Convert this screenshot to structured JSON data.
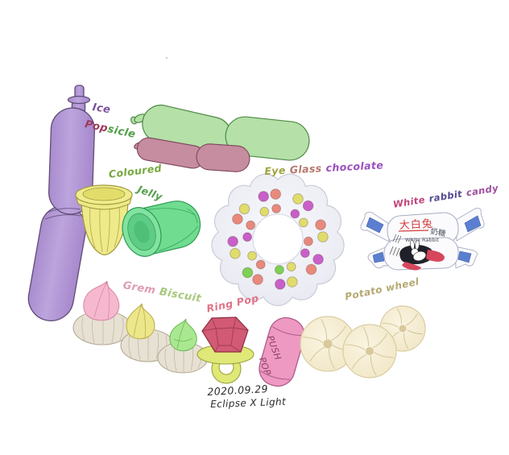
{
  "artwork": {
    "type": "hand-drawn candy and snacks illustration",
    "background": "#ffffff"
  },
  "labels": {
    "ice": {
      "text": "Ice",
      "color": "#7d4f9e"
    },
    "pop": {
      "text": "Pop",
      "color": "#9e3a5e"
    },
    "sicle": {
      "text": "sicle",
      "color": "#4f9e46"
    },
    "coloured": {
      "text": "Coloured",
      "color": "#76a83e"
    },
    "jelly": {
      "text": "Jelly",
      "color": "#55a04c"
    },
    "eye": {
      "text": "Eye",
      "color": "#9ea33f"
    },
    "glass": {
      "text": "Glass",
      "color": "#b4766d"
    },
    "chocolate": {
      "text": "chocolate",
      "color": "#9b4fc0"
    },
    "white": {
      "text": "White",
      "color": "#c2447c"
    },
    "rabbit": {
      "text": "rabbit",
      "color": "#52498e"
    },
    "candy": {
      "text": "candy",
      "color": "#a04ea0"
    },
    "grem": {
      "text": "Grem",
      "color": "#e09cb4"
    },
    "biscuit": {
      "text": "Biscuit",
      "color": "#a8c87d"
    },
    "ring_pop": {
      "text": "Ring Pop",
      "color": "#e07388"
    },
    "potato_wheel": {
      "text": "Potato wheel",
      "color": "#b5a871"
    },
    "push": {
      "text": "PUSH",
      "color": "#8a4060"
    },
    "pop_word": {
      "text": "POP",
      "color": "#8a4060"
    },
    "wrapper_brand_cn": {
      "text": "大白兔",
      "color": "#d13b3b"
    },
    "wrapper_sub_cn": {
      "text": "奶糖",
      "color": "#4a4f5c"
    },
    "wrapper_brand_en": {
      "text": "White Rabbit",
      "color": "#4a4f5c"
    },
    "date": {
      "text": "2020.09.29",
      "color": "#2b2b2b"
    },
    "artist": {
      "text": "Eclipse X Light",
      "color": "#2b2b2b"
    }
  },
  "items": [
    {
      "name": "Ice Popsicle (purple tube)",
      "color": "#b49ad8"
    },
    {
      "name": "Tube popsicle (green)",
      "color": "#b5e0a8"
    },
    {
      "name": "Tube popsicle (pink)",
      "color": "#c68da0"
    },
    {
      "name": "Coloured Jelly cup (yellow)",
      "color": "#eee989"
    },
    {
      "name": "Coloured Jelly cup (green)",
      "color": "#6fdc90"
    },
    {
      "name": "Eye Glass chocolate (donut)",
      "color": "#ececf2"
    },
    {
      "name": "White Rabbit candy wrapper",
      "color": "#fafafc"
    },
    {
      "name": "Gem Biscuit (pink swirl)",
      "color": "#f6b8cf"
    },
    {
      "name": "Gem Biscuit (yellow swirl)",
      "color": "#ece78a"
    },
    {
      "name": "Gem Biscuit (green swirl)",
      "color": "#a9e891"
    },
    {
      "name": "Ring Pop (red gem)",
      "color": "#d25a74"
    },
    {
      "name": "Push Pop (pink)",
      "color": "#ee99c2"
    },
    {
      "name": "Potato wheel (cream)",
      "color": "#f5efd7"
    }
  ],
  "donut_dots": {
    "palette": {
      "salmon": "#e8897b",
      "yellow": "#e0dd6b",
      "magenta": "#c95fc9",
      "green": "#7ed153"
    },
    "outer": [
      "salmon",
      "yellow",
      "magenta",
      "salmon",
      "yellow",
      "magenta",
      "salmon",
      "yellow",
      "magenta",
      "salmon",
      "green",
      "yellow",
      "magenta",
      "salmon",
      "yellow",
      "magenta"
    ],
    "inner": [
      "salmon",
      "magenta",
      "yellow",
      "salmon",
      "magenta",
      "yellow",
      "green",
      "salmon",
      "yellow",
      "magenta",
      "salmon",
      "yellow"
    ]
  }
}
